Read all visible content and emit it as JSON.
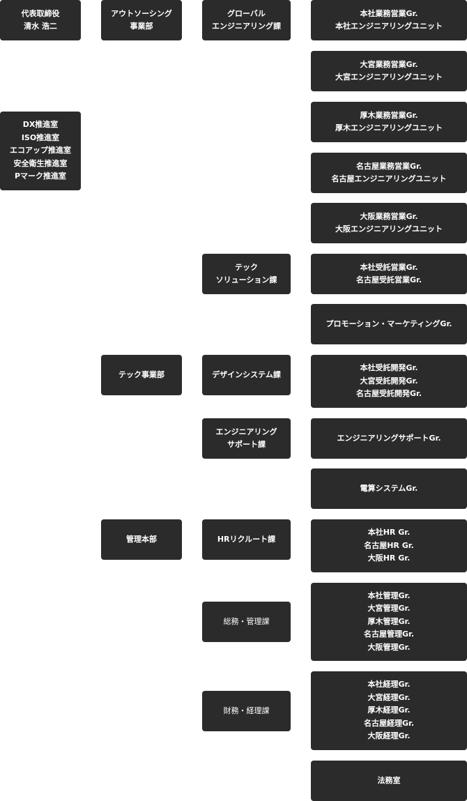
{
  "executive": {
    "ceo": [
      "代表取締役",
      "清水 浩二"
    ],
    "offices": [
      "DX推進室",
      "ISO推進室",
      "エコアップ推進室",
      "安全衛生推進室",
      "Pマーク推進室"
    ]
  },
  "divisions": {
    "outsourcing": [
      "アウトソーシング",
      "事業部"
    ],
    "tech": [
      "テック事業部"
    ],
    "admin": [
      "管理本部"
    ]
  },
  "sections": {
    "global": [
      "グローバル",
      "エンジニアリング課"
    ],
    "tech_solution": [
      "テック",
      "ソリューション課"
    ],
    "design_system": [
      "デザインシステム課"
    ],
    "eng_support": [
      "エンジニアリング",
      "サポート課"
    ],
    "hr": [
      "HRリクルート課"
    ],
    "general_affairs": [
      "総務・管理課"
    ],
    "finance": [
      "財務・経理課"
    ]
  },
  "groups": [
    [
      "本社業務営業Gr.",
      "本社エンジニアリングユニット"
    ],
    [
      "大宮業務営業Gr.",
      "大宮エンジニアリングユニット"
    ],
    [
      "厚木業務営業Gr.",
      "厚木エンジニアリングユニット"
    ],
    [
      "名古屋業務営業Gr.",
      "名古屋エンジニアリングユニット"
    ],
    [
      "大阪業務営業Gr.",
      "大阪エンジニアリングユニット"
    ],
    [
      "本社受託営業Gr.",
      "名古屋受託営業Gr."
    ],
    [
      "プロモーション・マーケティングGr."
    ],
    [
      "本社受託開発Gr.",
      "大宮受託開発Gr.",
      "名古屋受託開発Gr."
    ],
    [
      "エンジニアリングサポートGr."
    ],
    [
      "電算システムGr."
    ],
    [
      "本社HR Gr.",
      "名古屋HR Gr.",
      "大阪HR Gr."
    ],
    [
      "本社管理Gr.",
      "大宮管理Gr.",
      "厚木管理Gr.",
      "名古屋管理Gr.",
      "大阪管理Gr."
    ],
    [
      "本社経理Gr.",
      "大宮経理Gr.",
      "厚木経理Gr.",
      "名古屋経理Gr.",
      "大阪経理Gr."
    ],
    [
      "法務室"
    ]
  ]
}
